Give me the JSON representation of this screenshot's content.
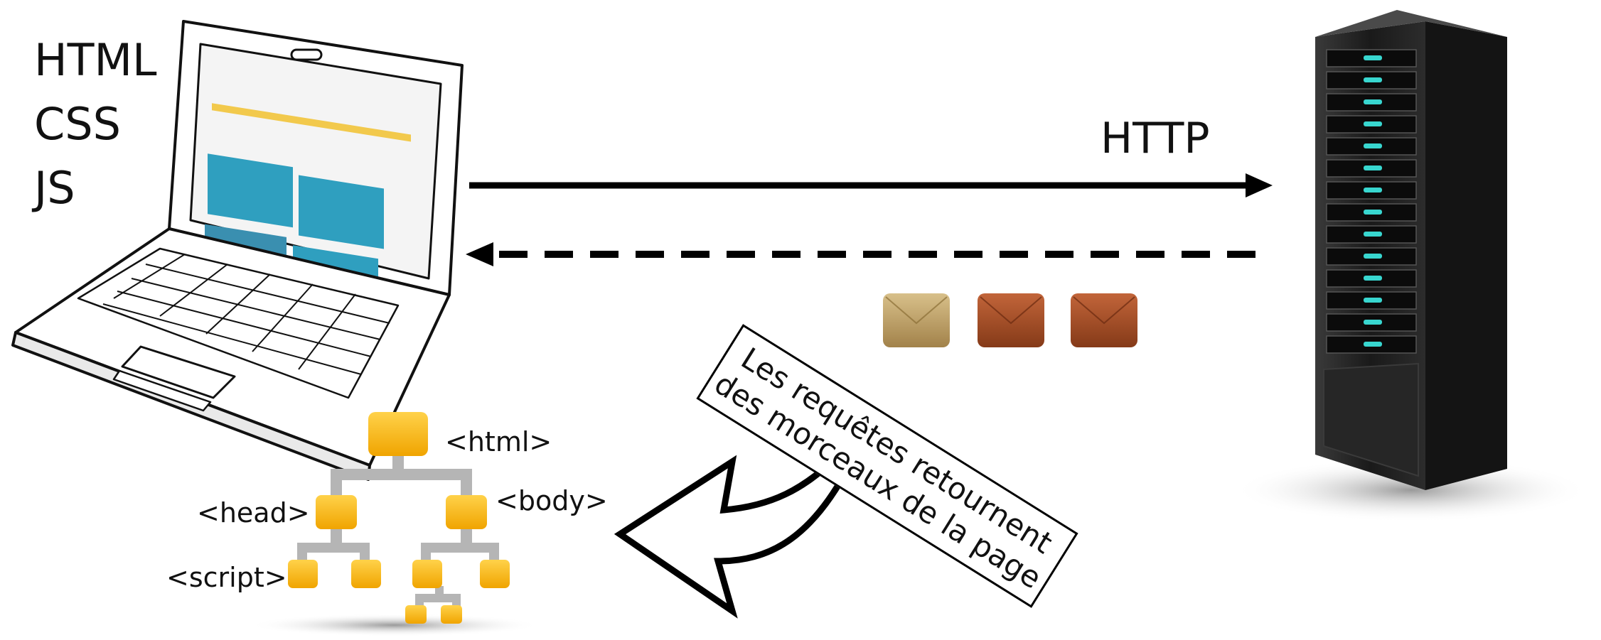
{
  "technologies": [
    "HTML",
    "CSS",
    "JS"
  ],
  "request": {
    "label": "HTTP"
  },
  "dom_tree": {
    "html_tag": "<html>",
    "head_tag": "<head>",
    "body_tag": "<body>",
    "script_tag": "<script>"
  },
  "note": {
    "line1": "Les requêtes retournent",
    "line2": "des morceaux de la page"
  },
  "colors": {
    "envelope_gold": "#b79a5c",
    "envelope_rust": "#9a4a22",
    "node_orange": "#f5b800",
    "tree_gray": "#b5b5b5",
    "server_body": "#1e1e1e",
    "server_led": "#38d6cf"
  }
}
